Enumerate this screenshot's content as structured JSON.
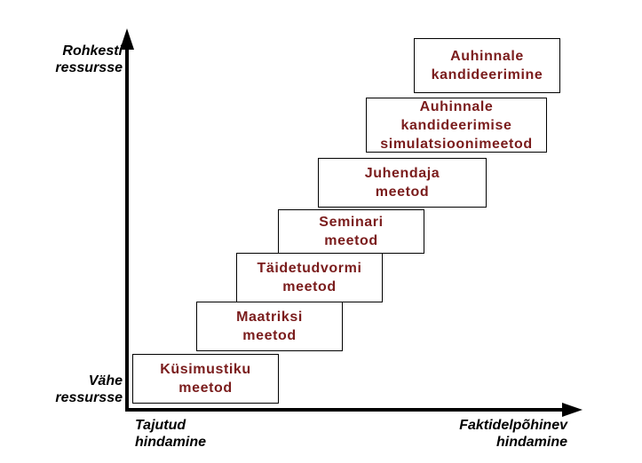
{
  "colors": {
    "step_text": "#7a1c1c",
    "axis": "#000000",
    "label": "#000000"
  },
  "y_axis": {
    "top_label": [
      "Rohkesti",
      "ressursse"
    ],
    "bottom_label": [
      "Vähe",
      "ressursse"
    ]
  },
  "x_axis": {
    "left_label": [
      "Tajutud",
      "hindamine"
    ],
    "right_label": [
      "Faktidelpõhinev",
      "hindamine"
    ]
  },
  "steps": [
    {
      "lines": [
        "Küsimustiku",
        "meetod"
      ]
    },
    {
      "lines": [
        "Maatriksi",
        "meetod"
      ]
    },
    {
      "lines": [
        "Täidetudvormi",
        "meetod"
      ]
    },
    {
      "lines": [
        "Seminari",
        "meetod"
      ]
    },
    {
      "lines": [
        "Juhendaja",
        "meetod"
      ]
    },
    {
      "lines": [
        "Auhinnale",
        "kandideerimise",
        "simulatsioonimeetod"
      ]
    },
    {
      "lines": [
        "Auhinnale",
        "kandideerimine"
      ]
    }
  ]
}
